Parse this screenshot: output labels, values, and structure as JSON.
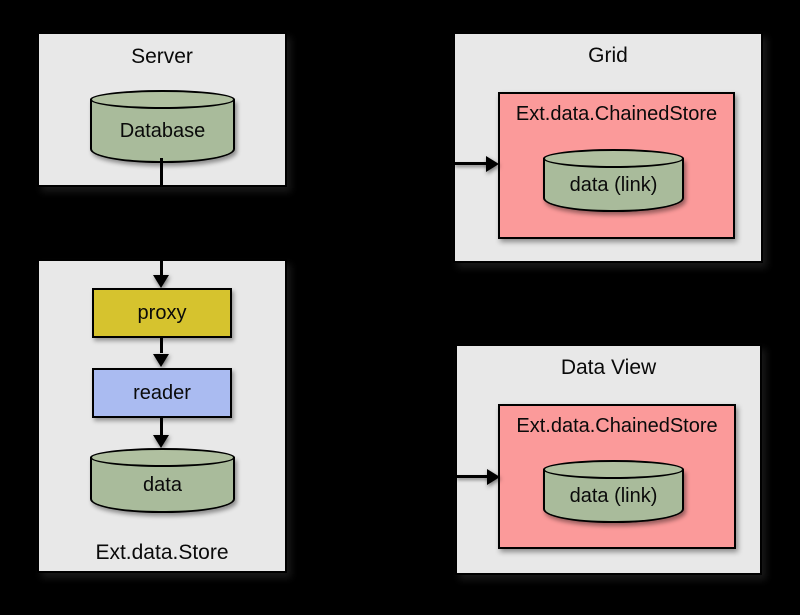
{
  "panels": {
    "server": {
      "title": "Server",
      "database": "Database"
    },
    "store": {
      "title": "Ext.data.Store",
      "proxy": "proxy",
      "reader": "reader",
      "data": "data"
    },
    "grid": {
      "title": "Grid",
      "chained_store": "Ext.data.ChainedStore",
      "data": "data (link)"
    },
    "data_view": {
      "title": "Data View",
      "chained_store": "Ext.data.ChainedStore",
      "data": "data (link)"
    }
  },
  "colors": {
    "background": "#000000",
    "panel": "#e8e8e8",
    "cylinder": "#a9bb9b",
    "cylinder_top": "#b0c0a0",
    "proxy": "#d6c32e",
    "reader": "#aabbf1",
    "chained_store": "#fb9a9a",
    "line": "#000000"
  }
}
